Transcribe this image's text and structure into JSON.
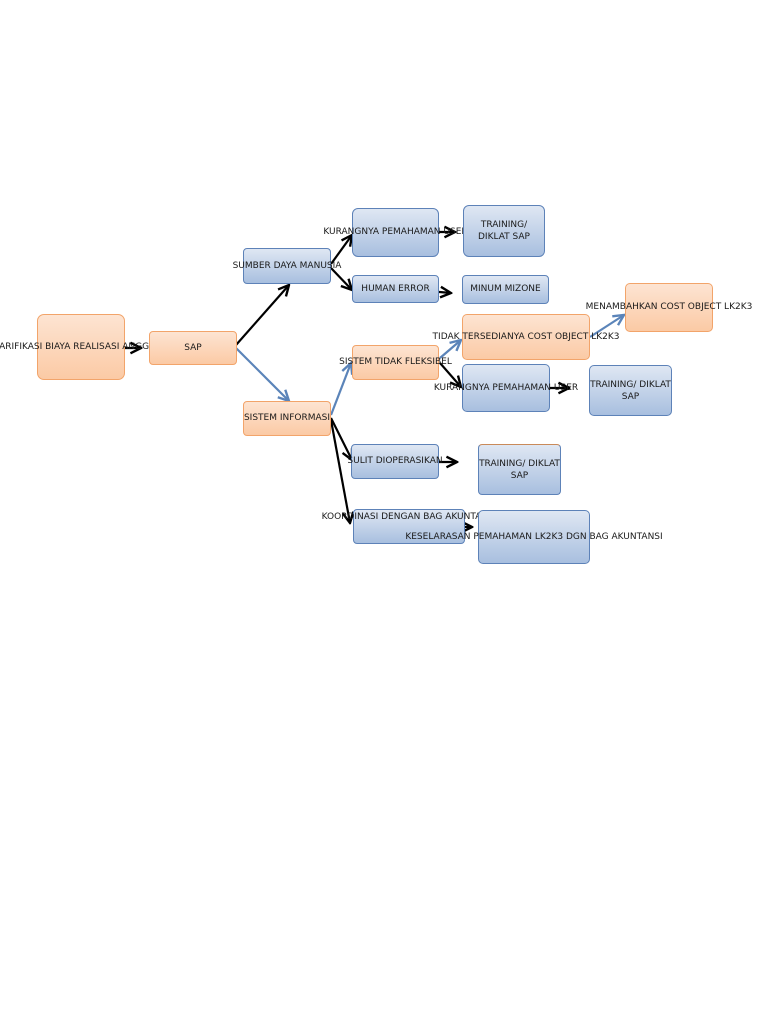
{
  "nodes": {
    "root": "KLARIFIKASI  BIAYA REALISASI ANGGARAN",
    "sap": "SAP",
    "sdm": "SUMBER DAYA MANUSIA",
    "si": "SISTEM INFORMASI",
    "kurang_user_1": "KURANGNYA PEMAHAMAN USER",
    "training_1": "TRAINING/ DIKLAT SAP",
    "human_error": "HUMAN ERROR",
    "minum_mizone": "MINUM MIZONE",
    "tidak_fleksibel": "SISTEM TIDAK FLEKSIBEL",
    "tidak_tersedia": "TIDAK TERSEDIANYA COST OBJECT LK2K3",
    "menambahkan": "MENAMBAHKAN COST OBJECT LK2K3",
    "kurang_user_2": "KURANGNYA PEMAHAMAN USER",
    "training_2": "TRAINING/ DIKLAT SAP",
    "sulit": "SULIT DIOPERASIKAN",
    "training_3": "TRAINING/ DIKLAT SAP",
    "koordinasi": "KOORDINASI DENGAN  BAG AKUNTANSI",
    "keselarasan": "KESELARASAN PEMAHAMAN LK2K3 DGN BAG AKUNTANSI"
  },
  "colors": {
    "orange_fill": "#fbcaa5",
    "orange_border": "#f2a46a",
    "blue_fill": "#a8bfdf",
    "blue_border": "#5d82b8",
    "arrow_black": "#000000",
    "arrow_blue": "#5b84b9"
  }
}
